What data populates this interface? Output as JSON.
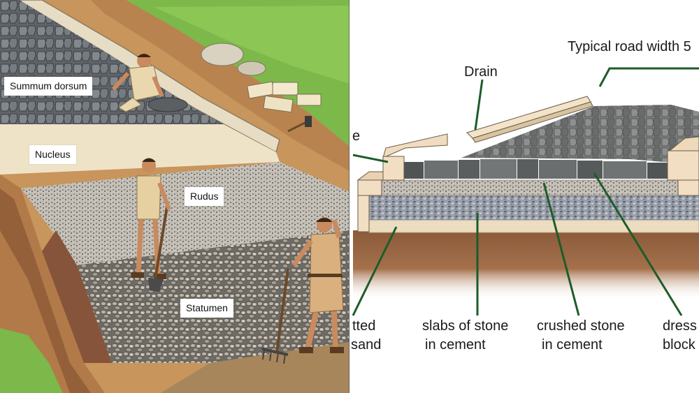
{
  "left_panel": {
    "layers": {
      "summum_dorsum": "Summum dorsum",
      "nucleus": "Nucleus",
      "rudus": "Rudus",
      "statumen": "Statumen"
    }
  },
  "right_panel": {
    "top_labels": {
      "road_width": "Typical road width 5",
      "drain": "Drain",
      "partial_left": "e"
    },
    "bottom_labels": {
      "compacted_sand_line1": "tted",
      "compacted_sand_line2": "sand",
      "slabs_line1": "slabs of stone",
      "slabs_line2": "in cement",
      "crushed_line1": "crushed stone",
      "crushed_line2": "in cement",
      "dressed_line1": "dress",
      "dressed_line2": "block"
    }
  },
  "colors": {
    "leader_line": "#1e5c28",
    "soil": "#9a6a42",
    "grass": "#7cb84a",
    "paving": "#6f7478",
    "gravel": "#b9b1a2",
    "sand": "#eaddc2"
  }
}
